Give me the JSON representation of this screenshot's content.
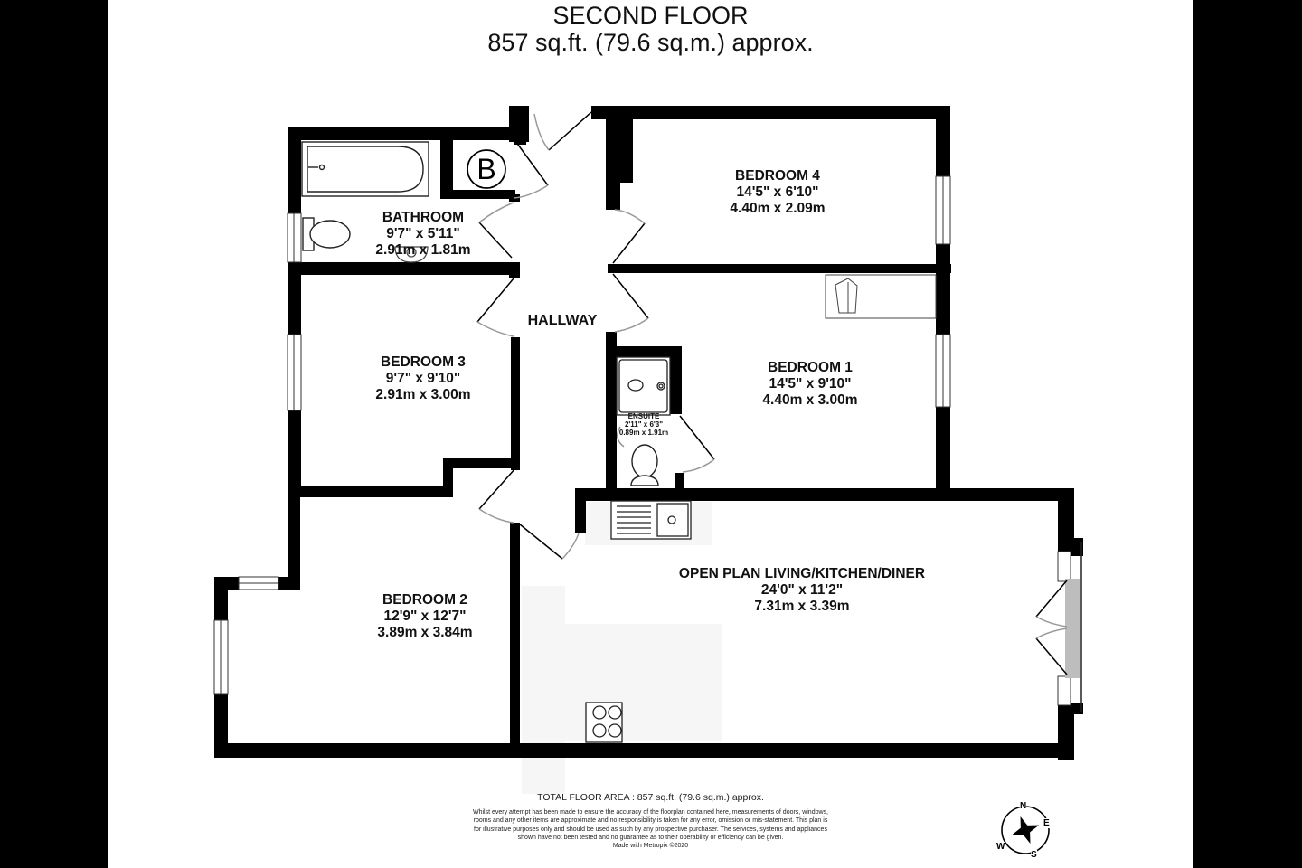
{
  "header": {
    "floor_name": "SECOND FLOOR",
    "floor_area": "857 sq.ft. (79.6 sq.m.) approx."
  },
  "rooms": {
    "bathroom": {
      "name": "BATHROOM",
      "imperial": "9'7\"  x 5'11\"",
      "metric": "2.91m  x 1.81m"
    },
    "bedroom4": {
      "name": "BEDROOM 4",
      "imperial": "14'5\"  x 6'10\"",
      "metric": "4.40m  x 2.09m"
    },
    "hallway": {
      "name": "HALLWAY"
    },
    "bedroom3": {
      "name": "BEDROOM 3",
      "imperial": "9'7\"  x 9'10\"",
      "metric": "2.91m  x 3.00m"
    },
    "bedroom1": {
      "name": "BEDROOM 1",
      "imperial": "14'5\"  x 9'10\"",
      "metric": "4.40m  x 3.00m"
    },
    "ensuite": {
      "name": "ENSUITE",
      "imperial": "2'11\"  x 6'3\"",
      "metric": "0.89m  x 1.91m"
    },
    "bedroom2": {
      "name": "BEDROOM 2",
      "imperial": "12'9\"  x 12'7\"",
      "metric": "3.89m  x 3.84m"
    },
    "living": {
      "name": "OPEN PLAN LIVING/KITCHEN/DINER",
      "imperial": "24'0\"  x 11'2\"",
      "metric": "7.31m  x 3.39m"
    }
  },
  "symbols": {
    "boiler_letter": "B"
  },
  "footer": {
    "total_area": "TOTAL FLOOR AREA : 857 sq.ft. (79.6 sq.m.) approx.",
    "disclaimer": "Whilst every attempt has been made to ensure the accuracy of the floorplan contained here, measurements of doors, windows, rooms and any other items are approximate and no responsibility is taken for any error, omission or mis-statement. This plan is for illustrative purposes only and should be used as such by any prospective purchaser. The services, systems and appliances shown have not been tested and no guarantee as to their operability or efficiency can be given.",
    "credit": "Made with Metropix ©2020"
  },
  "compass": {
    "n": "N",
    "e": "E",
    "s": "S",
    "w": "W"
  },
  "colors": {
    "wall": "#000000",
    "background": "#ffffff",
    "frame": "#000000",
    "worktop": "#f6f6f6",
    "glazing": "#bdbdbd"
  }
}
